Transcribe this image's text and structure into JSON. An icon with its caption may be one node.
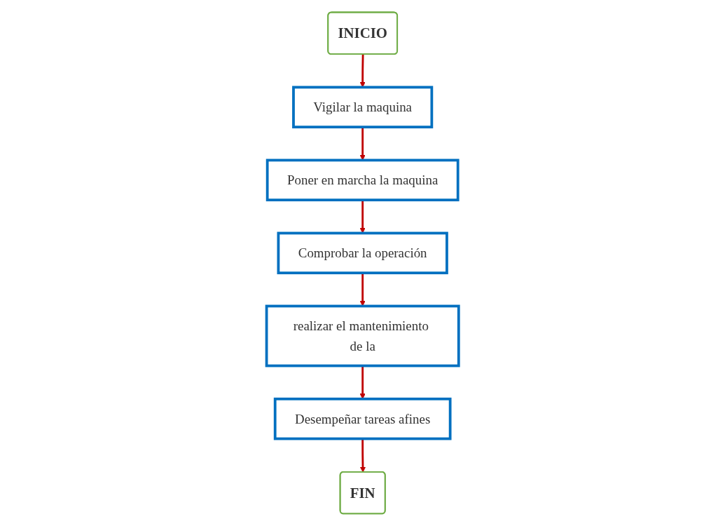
{
  "diagram": {
    "nodes": [
      {
        "text": [
          "INICIO"
        ]
      },
      {
        "text": [
          "Vigilar la maquina"
        ]
      },
      {
        "text": [
          "Poner en marcha la maquina"
        ]
      },
      {
        "text": [
          "Comprobar la operación"
        ]
      },
      {
        "text": [
          "realizar el mantenimiento de la"
        ]
      },
      {
        "text": [
          "Desempeñar tareas afines"
        ]
      },
      {
        "text": [
          "FIN"
        ]
      }
    ],
    "edges": [
      {
        "from": 0,
        "to": 1,
        "arrow": "to"
      },
      {
        "from": 1,
        "to": 2,
        "arrow": "to"
      },
      {
        "from": 2,
        "to": 3,
        "arrow": "to"
      },
      {
        "from": 3,
        "to": 4,
        "arrow": "to"
      },
      {
        "from": 4,
        "to": 5,
        "arrow": "to"
      },
      {
        "from": 5,
        "to": 6,
        "arrow": "to"
      }
    ]
  }
}
